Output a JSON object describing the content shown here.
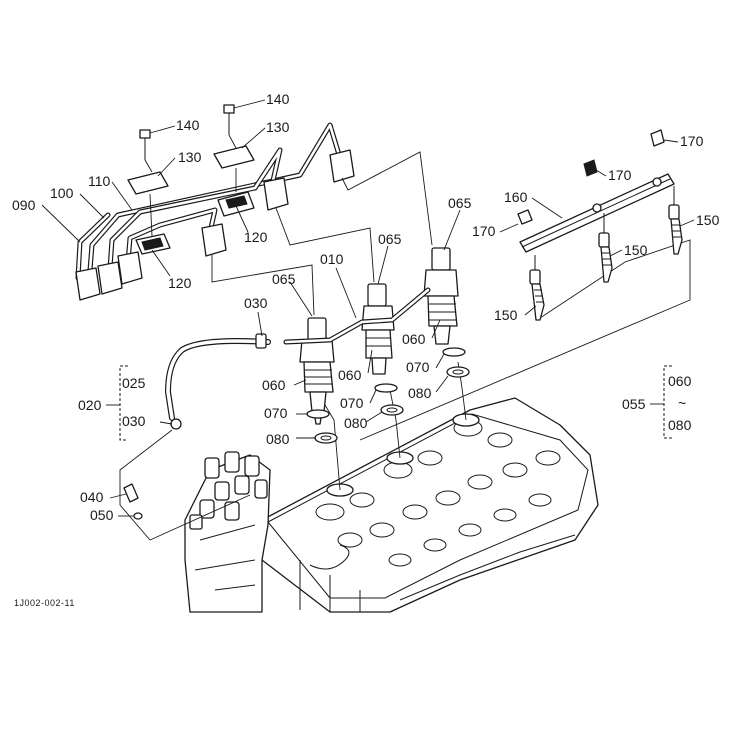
{
  "diagram": {
    "drawing_code": "1J002-002-11",
    "callouts": {
      "c140a": "140",
      "c140b": "140",
      "c130a": "130",
      "c130b": "130",
      "c110": "110",
      "c100": "100",
      "c090": "090",
      "c120a": "120",
      "c120b": "120",
      "c065a": "065",
      "c065b": "065",
      "c065c": "065",
      "c010": "010",
      "c030a": "030",
      "c060a": "060",
      "c060b": "060",
      "c060c": "060",
      "c070a": "070",
      "c070b": "070",
      "c070c": "070",
      "c080a": "080",
      "c080b": "080",
      "c080c": "080",
      "c020": "020",
      "c025": "025",
      "c030b": "030",
      "c040": "040",
      "c050": "050",
      "c160": "160",
      "c170a": "170",
      "c170b": "170",
      "c170c": "170",
      "c150a": "150",
      "c150b": "150",
      "c150c": "150",
      "c055": "055",
      "c055_from": "060",
      "c055_tilde": "~",
      "c055_to": "080"
    }
  }
}
